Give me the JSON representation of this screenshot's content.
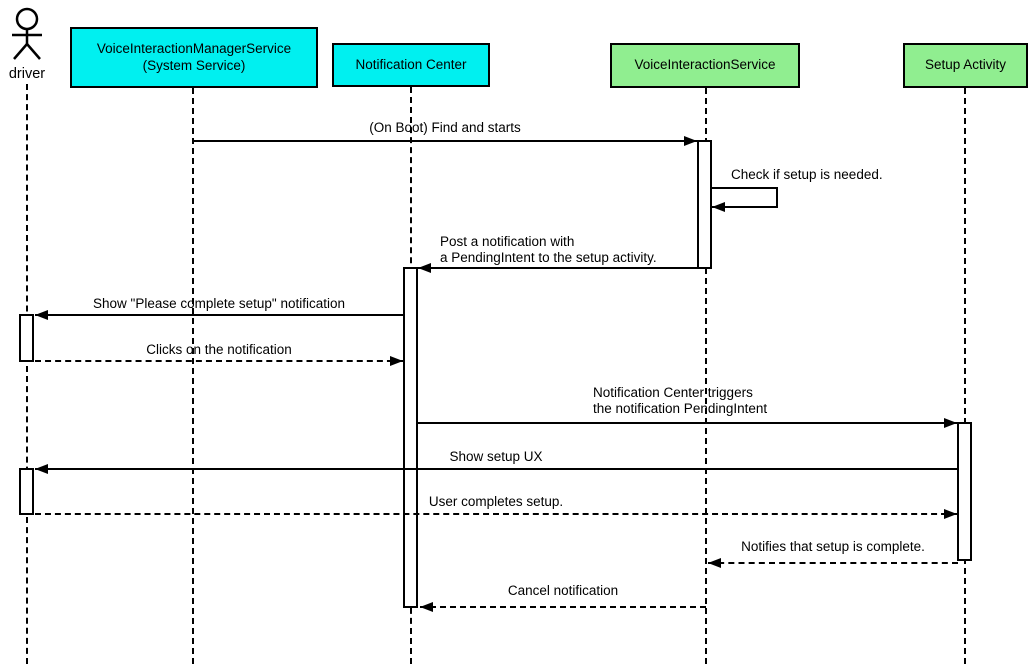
{
  "participants": [
    {
      "id": "driver",
      "type": "actor",
      "label": "driver"
    },
    {
      "id": "voice-interaction-manager-service",
      "type": "box",
      "line1": "VoiceInteractionManagerService",
      "line2": "(System Service)",
      "fill": "#00f0f0"
    },
    {
      "id": "notification-center",
      "type": "box",
      "label": "Notification Center",
      "fill": "#00f0f0"
    },
    {
      "id": "voice-interaction-service",
      "type": "box",
      "label": "VoiceInteractionService",
      "fill": "#90ee90"
    },
    {
      "id": "setup-activity",
      "type": "box",
      "label": "Setup Activity",
      "fill": "#90ee90"
    }
  ],
  "messages": [
    {
      "text": "(On Boot) Find and starts",
      "from": "VoiceInteractionManagerService (System Service)",
      "to": "VoiceInteractionService",
      "line_style": "solid"
    },
    {
      "text": "Check if setup is needed.",
      "from": "VoiceInteractionService",
      "to": "VoiceInteractionService",
      "line_style": "solid-self"
    },
    {
      "text_line1": "Post a notification with",
      "text_line2": "a PendingIntent to the setup activity.",
      "from": "VoiceInteractionService",
      "to": "Notification Center",
      "line_style": "solid"
    },
    {
      "text": "Show \"Please complete setup\" notification",
      "from": "Notification Center",
      "to": "driver",
      "line_style": "solid"
    },
    {
      "text": "Clicks on the notification",
      "from": "driver",
      "to": "Notification Center",
      "line_style": "dashed"
    },
    {
      "text_line1": "Notification Center triggers",
      "text_line2": "the notification PendingIntent",
      "from": "Notification Center",
      "to": "Setup Activity",
      "line_style": "solid"
    },
    {
      "text": "Show setup UX",
      "from": "Setup Activity",
      "to": "driver",
      "line_style": "solid"
    },
    {
      "text": "User completes setup.",
      "from": "driver",
      "to": "Setup Activity",
      "line_style": "dashed"
    },
    {
      "text": "Notifies that setup is complete.",
      "from": "Setup Activity",
      "to": "VoiceInteractionService",
      "line_style": "dashed"
    },
    {
      "text": "Cancel notification",
      "from": "VoiceInteractionService",
      "to": "Notification Center",
      "line_style": "dashed"
    }
  ],
  "colors": {
    "service_box_cyan": "#00f0f0",
    "component_box_green": "#90ee90",
    "line": "#000000",
    "background": "#ffffff"
  }
}
